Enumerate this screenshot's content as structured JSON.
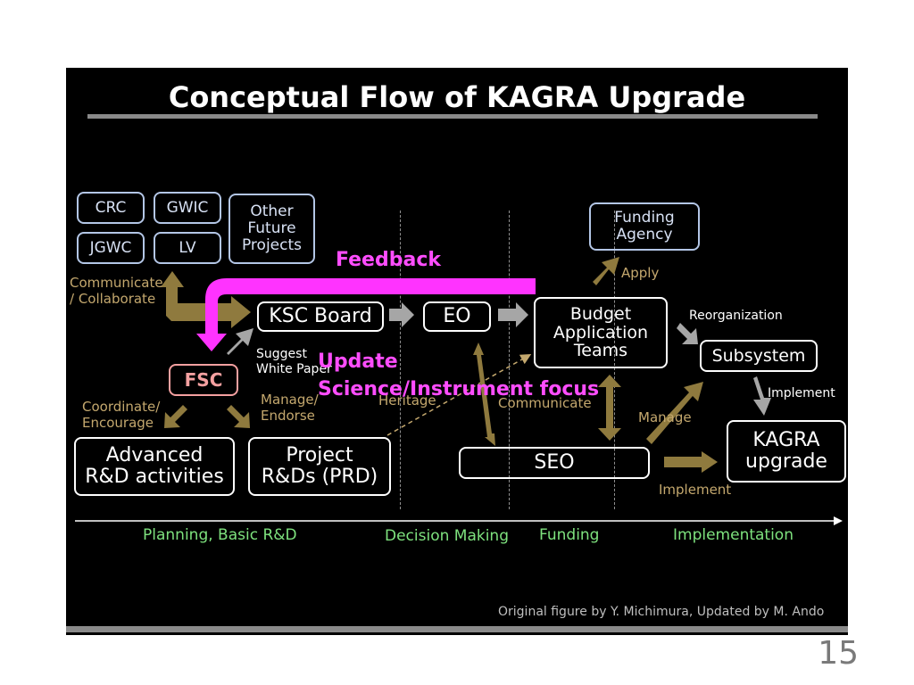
{
  "title": "Conceptual Flow of KAGRA Upgrade",
  "page_number": "15",
  "credit": "Original figure by Y. Michimura, Updated by  M. Ando",
  "boxes": {
    "crc": "CRC",
    "gwic": "GWIC",
    "jgwc": "JGWC",
    "lv": "LV",
    "other_future_projects": "Other\nFuture\nProjects",
    "ksc_board": "KSC Board",
    "eo": "EO",
    "budget_teams": "Budget\nApplication\nTeams",
    "funding_agency": "Funding\nAgency",
    "subsystem": "Subsystem",
    "fsc": "FSC",
    "advanced_rd": "Advanced\nR&D activities",
    "project_rd": "Project\nR&Ds (PRD)",
    "seo": "SEO",
    "kagra_upgrade": "KAGRA\nupgrade"
  },
  "labels": {
    "communicate_collaborate": "Communicate\n/ Collaborate",
    "suggest_white_paper": "Suggest\nWhite Paper",
    "coordinate_encourage": "Coordinate/\nEncourage",
    "manage_endorse": "Manage/\nEndorse",
    "heritage": "Heritage",
    "communicate": "Communicate",
    "apply": "Apply",
    "reorganization": "Reorganization",
    "implement_subsystem": "Implement",
    "manage": "Manage",
    "implement_seo": "Implement"
  },
  "annotations": {
    "feedback": "Feedback",
    "update": "Update",
    "science_focus": "Science/Instrument focus"
  },
  "phases": {
    "planning": "Planning, Basic R&D",
    "decision": "Decision Making",
    "funding": "Funding",
    "implementation": "Implementation"
  },
  "colors": {
    "background": "#000000",
    "arrow_gold": "#8f7a3e",
    "arrow_gray": "#a6a6a6",
    "feedback_magenta": "#ff33ff",
    "phase_green": "#7ee27e",
    "label_gold": "#c4a86e",
    "box_blue": "#b3c6e6",
    "fsc_pink": "#f4a0a0"
  }
}
